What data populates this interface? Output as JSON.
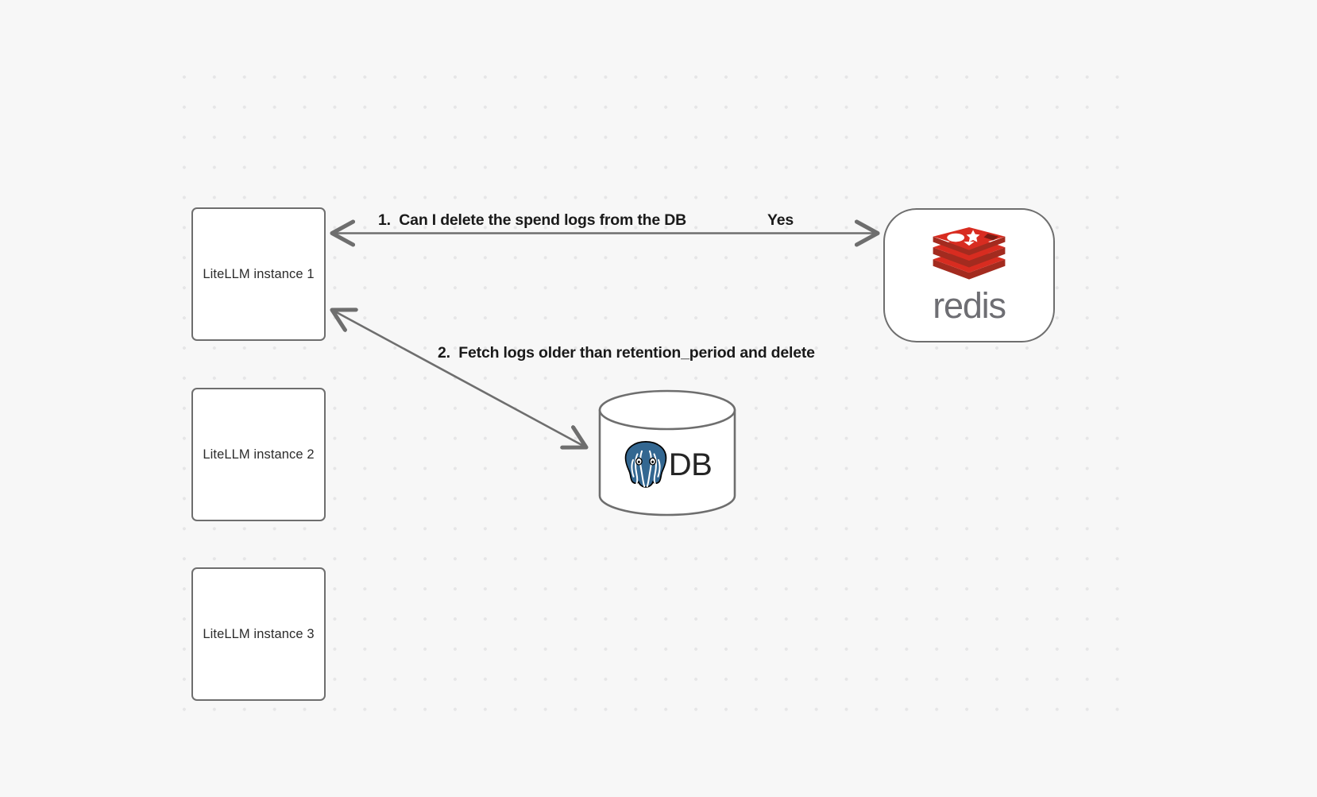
{
  "diagram": {
    "background_color": "#f7f7f7",
    "grid": {
      "dot_color": "#e6e6e7",
      "spacing": 38
    },
    "nodes": [
      {
        "id": "litellm-1",
        "label": "LiteLLM instance 1",
        "shape": "rounded-rect"
      },
      {
        "id": "litellm-2",
        "label": "LiteLLM instance 2",
        "shape": "rounded-rect"
      },
      {
        "id": "litellm-3",
        "label": "LiteLLM instance 3",
        "shape": "rounded-rect"
      },
      {
        "id": "redis",
        "label": "redis",
        "shape": "rounded-rect",
        "logo": "redis-logo",
        "logo_color": "#d82c20",
        "wordmark_color": "#6e6e73"
      },
      {
        "id": "database",
        "label": "DB",
        "shape": "cylinder",
        "logo": "postgresql-elephant-icon",
        "logo_color": "#336791"
      }
    ],
    "edges": [
      {
        "id": "edge-1",
        "from": "litellm-1",
        "to": "redis",
        "direction": "bidirectional",
        "label": "1.  Can I delete the spend logs from the DB",
        "secondary_label": "Yes",
        "stroke_color": "#6e6e6e"
      },
      {
        "id": "edge-2",
        "from": "database",
        "to": "litellm-1",
        "direction": "bidirectional",
        "label": "2.  Fetch logs older than retention_period and delete",
        "stroke_color": "#6e6e6e"
      }
    ]
  }
}
